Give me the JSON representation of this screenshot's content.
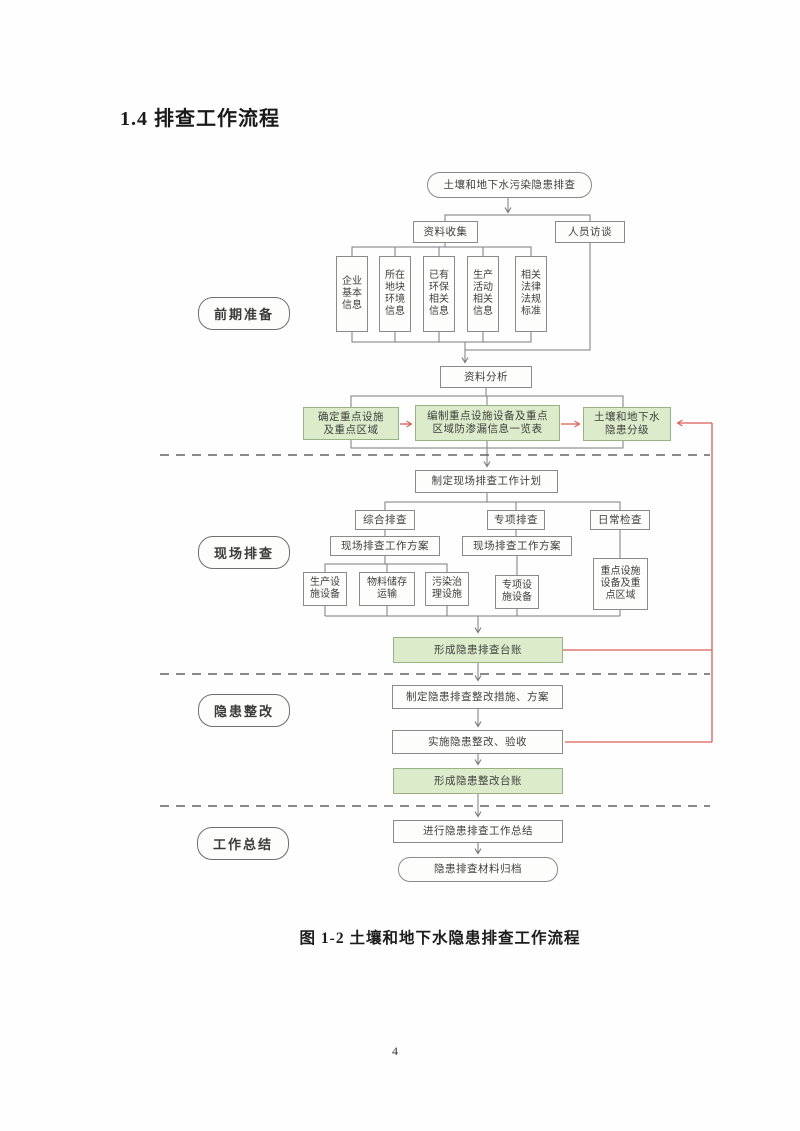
{
  "page": {
    "title": "1.4 排查工作流程",
    "caption": "图 1-2 土壤和地下水隐患排查工作流程",
    "page_number": "4"
  },
  "colors": {
    "green_fill": "#dcebca",
    "green_border": "#9ab183",
    "box_border": "#8a8a8a",
    "line": "#7b7b7b",
    "red": "#d95f55",
    "text": "#3f3f3f"
  },
  "phases": [
    {
      "label": "前期准备"
    },
    {
      "label": "现场排查"
    },
    {
      "label": "隐患整改"
    },
    {
      "label": "工作总结"
    }
  ],
  "nodes": {
    "start": "土壤和地下水污染隐患排查",
    "data_collection": "资料收集",
    "interview": "人员访谈",
    "info1": "企业\n基本\n信息",
    "info2": "所在\n地块\n环境\n信息",
    "info3": "已有\n环保\n相关\n信息",
    "info4": "生产\n活动\n相关\n信息",
    "info5": "相关\n法律\n法规\n标准",
    "analysis": "资料分析",
    "determine_key": "确定重点设施\n及重点区域",
    "compile_list": "编制重点设施设备及重点\n区域防渗漏信息一览表",
    "grading": "土壤和地下水\n隐患分级",
    "site_plan": "制定现场排查工作计划",
    "comprehensive": "综合排查",
    "special": "专项排查",
    "daily": "日常检查",
    "site_scheme_left": "现场排查工作方案",
    "site_scheme_right": "现场排查工作方案",
    "production_fac": "生产设\n施设备",
    "material_transport": "物料储存\n运输",
    "pollution_fac": "污染治\n理设施",
    "special_fac": "专项设\n施设备",
    "key_fac_area": "重点设施\n设备及重\n点区域",
    "ledger_inspection": "形成隐患排查台账",
    "rectify_plan": "制定隐患排查整改措施、方案",
    "implement_accept": "实施隐患整改、验收",
    "ledger_rectify": "形成隐患整改台账",
    "work_summary": "进行隐患排查工作总结",
    "archive": "隐患排查材料归档"
  }
}
